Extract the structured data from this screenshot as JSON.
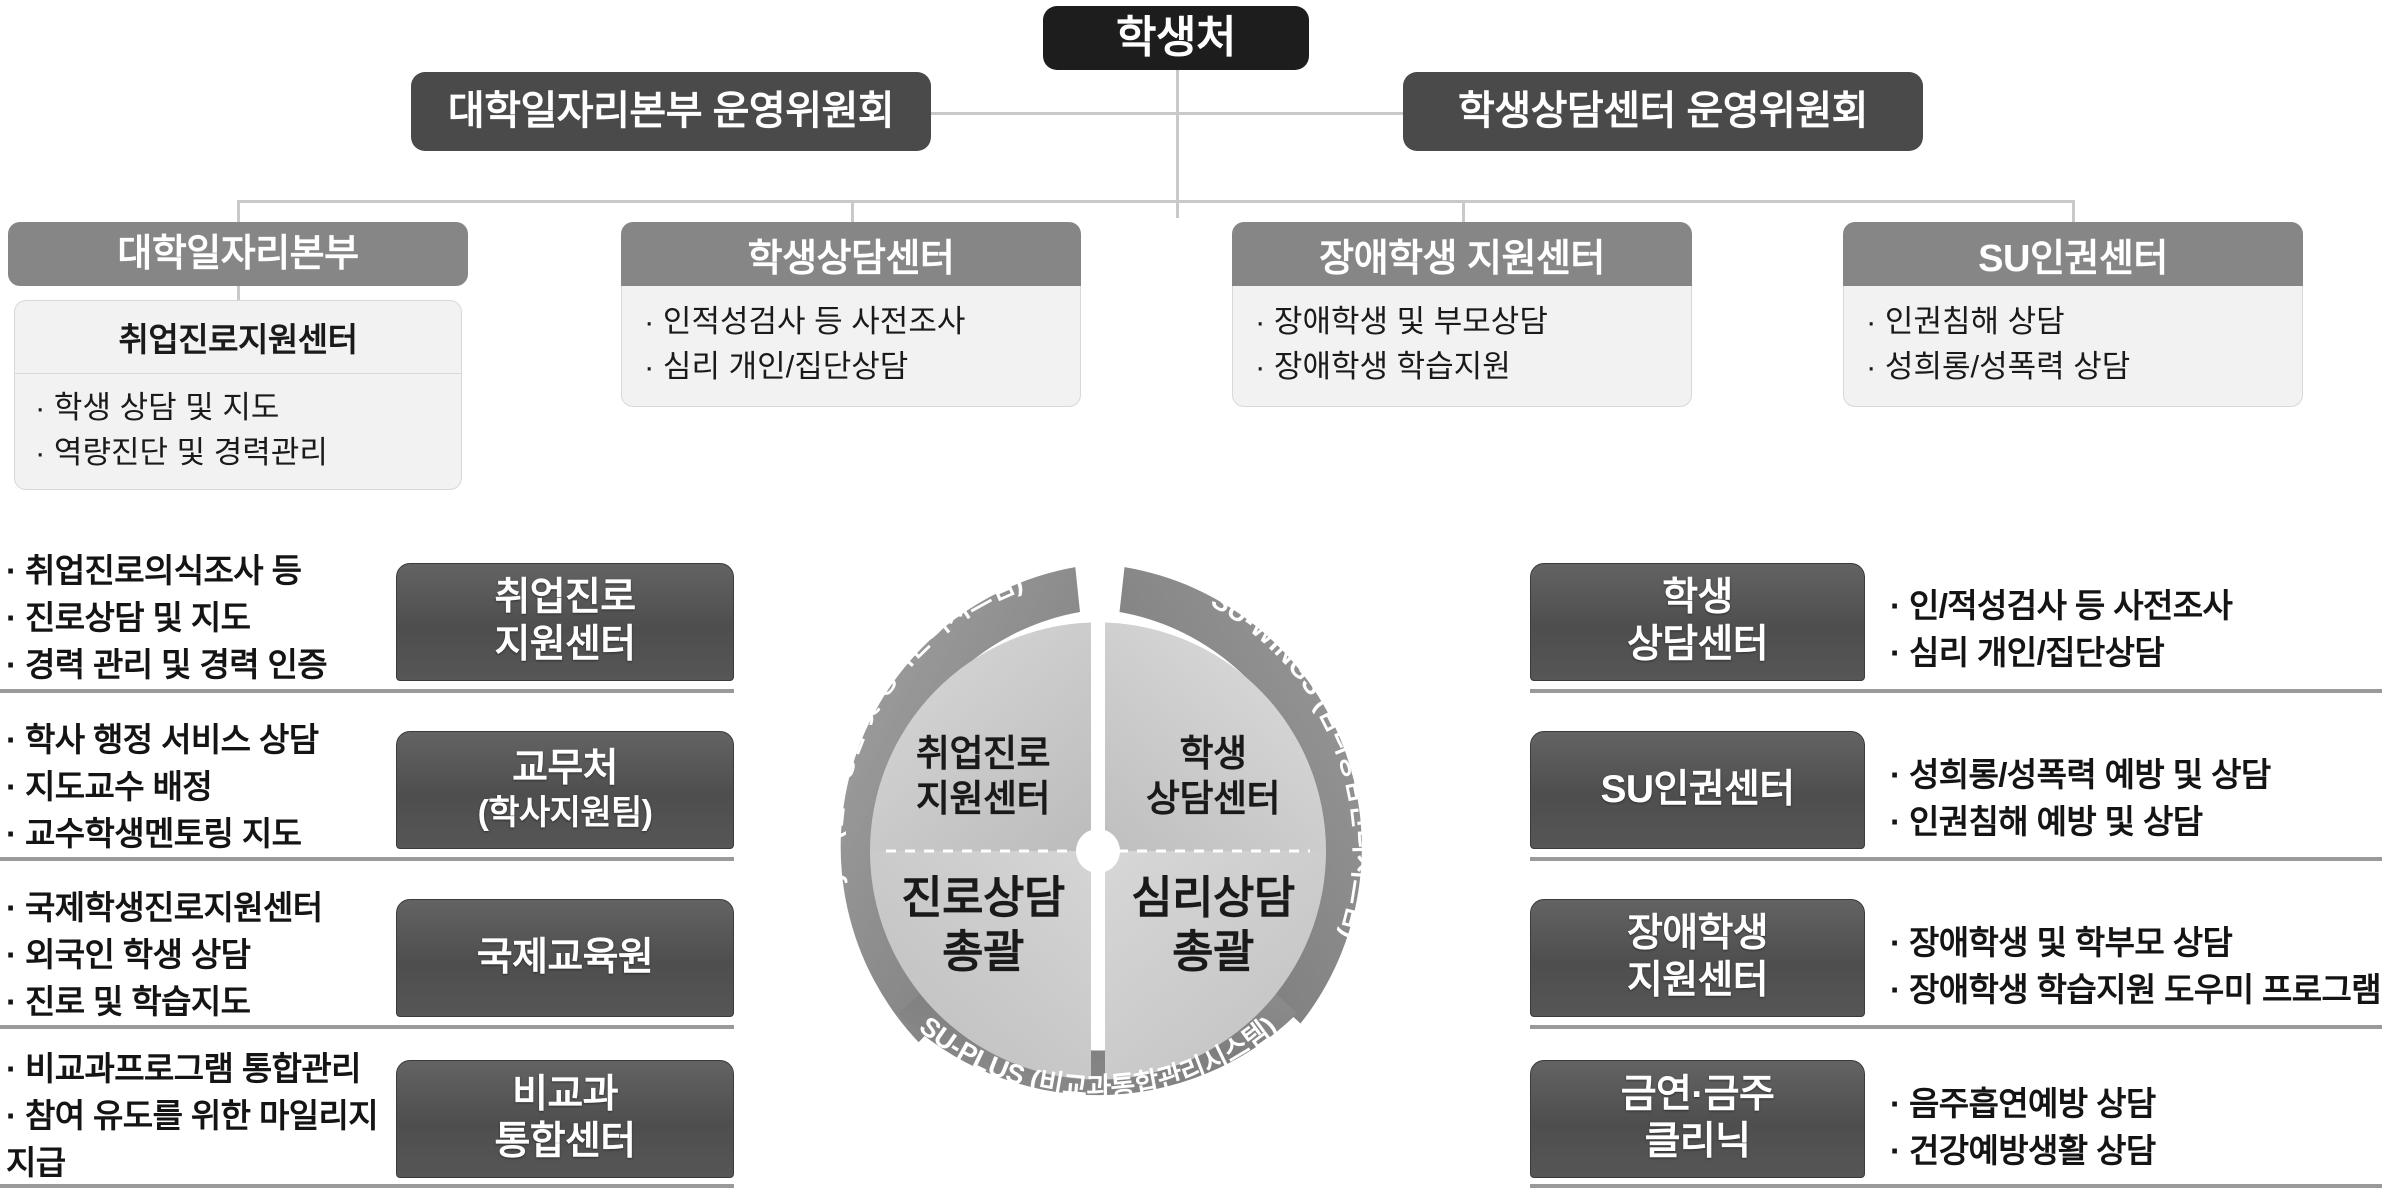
{
  "top": {
    "root": "학생처",
    "committee_left": "대학일자리본부 운영위원회",
    "committee_right": "학생상담센터 운영위원회"
  },
  "departments": [
    {
      "title": "대학일자리본부",
      "sub_title": "취업진로지원센터",
      "items": [
        "· 학생 상담 및 지도",
        "· 역량진단 및 경력관리"
      ]
    },
    {
      "title": "학생상담센터",
      "items": [
        "· 인적성검사 등 사전조사",
        "· 심리 개인/집단상담"
      ]
    },
    {
      "title": "장애학생 지원센터",
      "items": [
        "· 장애학생 및 부모상담",
        "· 장애학생 학습지원"
      ]
    },
    {
      "title": "SU인권센터",
      "items": [
        "· 인권침해 상담",
        "· 성희롱/성폭력 상담"
      ]
    }
  ],
  "left_groups": [
    {
      "label": "취업진로\n지원센터",
      "label_line1": "취업진로",
      "label_line2": "지원센터",
      "items": [
        "· 취업진로의식조사 등",
        "· 진로상담 및  지도",
        "· 경력 관리 및 경력 인증"
      ]
    },
    {
      "label_line1": "교무처",
      "label_line2": "(학사지원팀)",
      "items": [
        "· 학사 행정 서비스 상담",
        "· 지도교수 배정",
        "· 교수학생멘토링 지도"
      ]
    },
    {
      "label_line1": "국제교육원",
      "label_line2": "",
      "items": [
        "· 국제학생진로지원센터",
        "· 외국인 학생 상담",
        "· 진로 및 학습지도"
      ]
    },
    {
      "label_line1": "비교과",
      "label_line2": "통합센터",
      "items": [
        "· 비교과프로그램 통합관리",
        "· 참여 유도를 위한 마일리지",
        "  지급"
      ]
    }
  ],
  "right_groups": [
    {
      "label_line1": "학생",
      "label_line2": "상담센터",
      "items": [
        "· 인/적성검사 등 사전조사",
        "· 심리 개인/집단상담"
      ]
    },
    {
      "label_line1": "SU인권센터",
      "label_line2": "",
      "items": [
        "· 성희롱/성폭력 예방 및 상담",
        "· 인권침해 예방 및 상담"
      ]
    },
    {
      "label_line1": "장애학생",
      "label_line2": "지원센터",
      "items": [
        "· 장애학생 및 학부모 상담",
        "· 장애학생 학습지원 도우미 프로그램"
      ]
    },
    {
      "label_line1": "금연·금주",
      "label_line2": "클리닉",
      "items": [
        "· 음주흡연예방 상담",
        "· 건강예방생활 상담"
      ]
    }
  ],
  "wheel": {
    "arc_left": "SU-JPF Sys. (진로상담 및 경력관리시스템)",
    "arc_right": "SU-WINGS (심리상담관리시스템)",
    "arc_bottom": "SU-PLUS (비교과통합관리시스템)",
    "quad_top_left_line1": "취업진로",
    "quad_top_left_line2": "지원센터",
    "quad_top_right_line1": "학생",
    "quad_top_right_line2": "상담센터",
    "quad_bottom_left_line1": "진로상담",
    "quad_bottom_left_line2": "총괄",
    "quad_bottom_right_line1": "심리상담",
    "quad_bottom_right_line2": "총괄"
  },
  "colors": {
    "root_bg": "#1d1d1d",
    "committee_bg": "#4a4a4a",
    "dept_head_bg": "#868686",
    "dept_body_bg": "#f2f2f2",
    "pill_bg": "#4e4e4e",
    "line": "#c9c9c9",
    "arc": "#8c8c8c"
  }
}
